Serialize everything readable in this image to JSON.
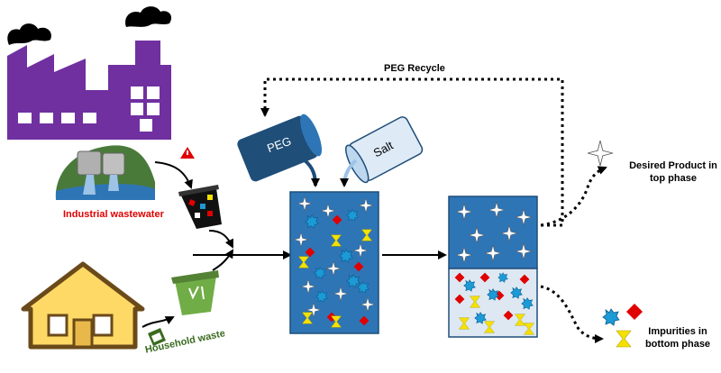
{
  "labels": {
    "industrial": "Industrial wastewater",
    "household": "Household waste",
    "recycle": "PEG Recycle",
    "desired": "Desired Product in top phase",
    "impurities": "Impurities in bottom phase",
    "peg": "PEG",
    "salt": "Salt"
  },
  "colors": {
    "factory": "#7030a0",
    "smoke": "#000000",
    "water_blue": "#2e75b6",
    "bottom_phase": "#dde8f3",
    "peg_container": "#1f4e79",
    "salt_container": "#deebf7",
    "industrial_text": "#e00000",
    "household_text": "#3a6b1f",
    "house": "#ffd966",
    "bin_green": "#70ad47",
    "impurity_red": "#e00000",
    "impurity_yellow": "#f5e000",
    "impurity_blue": "#1b9ad6"
  },
  "icons": [
    "factory-icon",
    "smoke-icon",
    "wastewater-pipe-icon",
    "warning-icon",
    "waste-bin-icon",
    "house-icon",
    "recycle-bin-icon",
    "peg-container-icon",
    "salt-container-icon",
    "star-icon",
    "diamond-icon",
    "hourglass-icon",
    "blob-icon"
  ]
}
